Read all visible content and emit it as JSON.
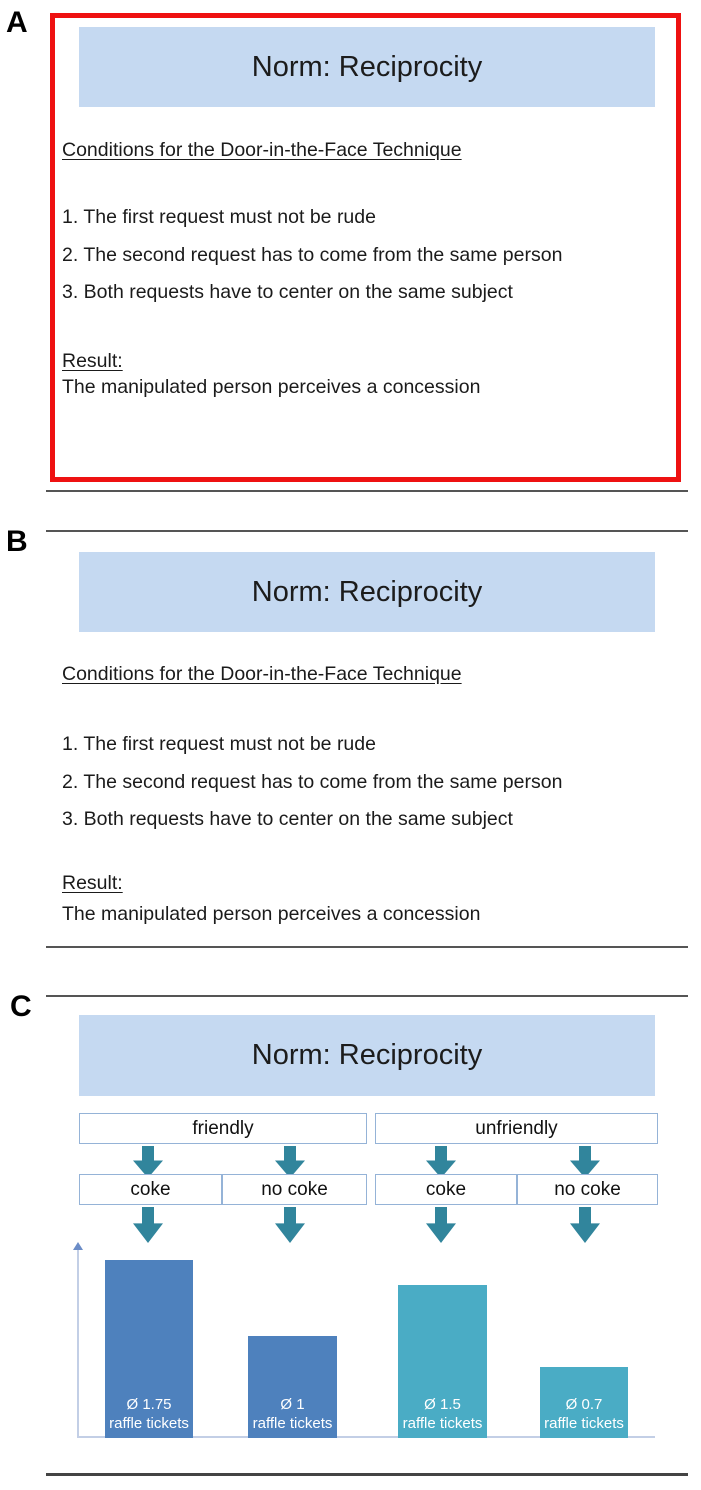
{
  "panels": {
    "a": {
      "label": "A"
    },
    "b": {
      "label": "B"
    },
    "c": {
      "label": "C"
    }
  },
  "slide": {
    "title": "Norm: Reciprocity",
    "heading": "Conditions for the Door-in-the-Face Technique",
    "items": [
      "1. The first request must not be rude",
      "2. The second request has to come from the same person",
      "3. Both requests have to center on the same subject"
    ],
    "result_label": "Result:",
    "result_text": "The manipulated person perceives a concession"
  },
  "flow": {
    "title": "Norm: Reciprocity",
    "level1": [
      "friendly",
      "unfriendly"
    ],
    "level2": [
      "coke",
      "no coke",
      "coke",
      "no coke"
    ]
  },
  "chart_data": {
    "type": "bar",
    "title": "Norm: Reciprocity",
    "categories": [
      "friendly / coke",
      "friendly / no coke",
      "unfriendly / coke",
      "unfriendly / no coke"
    ],
    "values": [
      1.75,
      1.0,
      1.5,
      0.7
    ],
    "bar_labels": [
      [
        "Ø 1.75",
        "raffle tickets"
      ],
      [
        "Ø 1",
        "raffle tickets"
      ],
      [
        "Ø 1.5",
        "raffle tickets"
      ],
      [
        "Ø 0.7",
        "raffle tickets"
      ]
    ],
    "bar_colors": [
      "#4E81BD",
      "#4E81BD",
      "#4AACC5",
      "#4AACC5"
    ],
    "xlabel": "",
    "ylabel": "",
    "ylim": [
      0,
      2
    ],
    "grid": false,
    "legend": "none"
  },
  "colors": {
    "banner_fill": "#C5D9F1",
    "frame_red": "#EE1111",
    "arrow_teal": "#31859C",
    "box_border": "#95B3D7",
    "axis_line": "#C3CFE6",
    "separator": "#555555",
    "bar_blue": "#4E81BD",
    "bar_teal": "#4AACC5"
  }
}
